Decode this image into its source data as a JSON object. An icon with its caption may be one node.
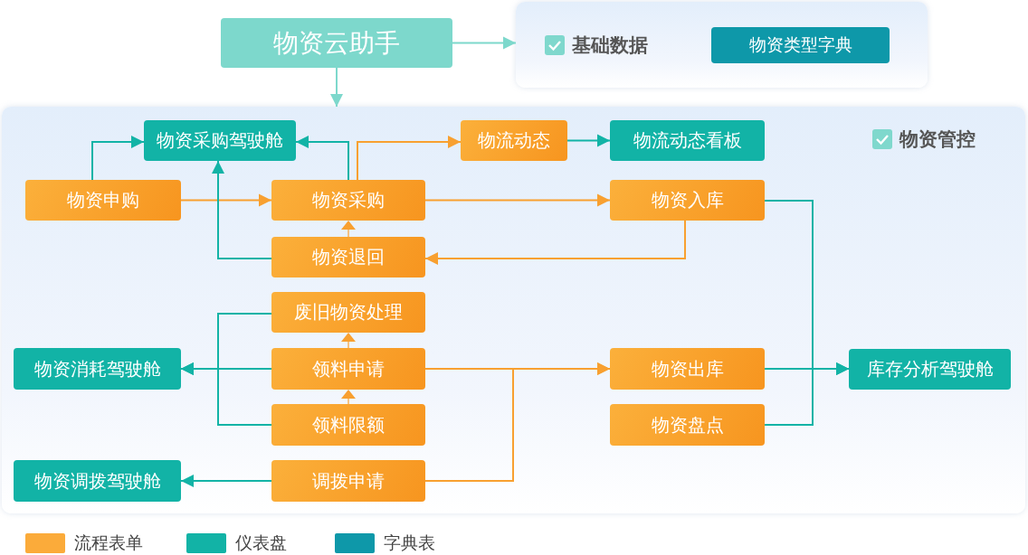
{
  "diagram": {
    "nodes": [
      {
        "text": [
          "物资云助手"
        ]
      },
      {
        "text": [
          "基础数据"
        ]
      },
      {
        "text": [
          "物资类型字典"
        ],
        "in": 1
      },
      {
        "text": [
          "物资管控"
        ]
      },
      {
        "text": [
          "物资采购驾驶舱"
        ],
        "in": 3
      },
      {
        "text": [
          "物流动态"
        ],
        "in": 3
      },
      {
        "text": [
          "物流动态看板"
        ],
        "in": 3
      },
      {
        "text": [
          "物资申购"
        ],
        "in": 3
      },
      {
        "text": [
          "物资采购"
        ],
        "in": 3
      },
      {
        "text": [
          "物资入库"
        ],
        "in": 3
      },
      {
        "text": [
          "物资退回"
        ],
        "in": 3
      },
      {
        "text": [
          "废旧物资处理"
        ],
        "in": 3
      },
      {
        "text": [
          "物资消耗驾驶舱"
        ],
        "in": 3
      },
      {
        "text": [
          "领料申请"
        ],
        "in": 3
      },
      {
        "text": [
          "物资出库"
        ],
        "in": 3
      },
      {
        "text": [
          "库存分析驾驶舱"
        ],
        "in": 3
      },
      {
        "text": [
          "领料限额"
        ],
        "in": 3
      },
      {
        "text": [
          "物资盘点"
        ],
        "in": 3
      },
      {
        "text": [
          "物资调拨驾驶舱"
        ],
        "in": 3
      },
      {
        "text": [
          "调拨申请"
        ],
        "in": 3
      }
    ],
    "edges": [
      {
        "from": 0,
        "to": 1,
        "arrow": "to",
        "color": "#7dd8cc"
      },
      {
        "from": 0,
        "to": 3,
        "arrow": "to",
        "color": "#7dd8cc"
      },
      {
        "from": 7,
        "to": 4,
        "arrow": "to"
      },
      {
        "from": 7,
        "to": 8,
        "arrow": "to",
        "color": "#f8a030"
      },
      {
        "from": 8,
        "to": 4,
        "arrow": "to"
      },
      {
        "from": 10,
        "to": 4,
        "arrow": "to"
      },
      {
        "from": 8,
        "to": 5,
        "arrow": "to",
        "color": "#f8a030"
      },
      {
        "from": 5,
        "to": 6,
        "arrow": "to"
      },
      {
        "from": 8,
        "to": 9,
        "arrow": "to",
        "color": "#f8a030"
      },
      {
        "from": 9,
        "to": 10,
        "arrow": "to",
        "color": "#f8a030"
      },
      {
        "from": 10,
        "to": 8,
        "arrow": "to",
        "color": "#f8a030"
      },
      {
        "from": 11,
        "to": 12,
        "arrow": "to"
      },
      {
        "from": 13,
        "to": 12,
        "arrow": "to"
      },
      {
        "from": 13,
        "to": 11,
        "arrow": "to",
        "color": "#f8a030"
      },
      {
        "from": 16,
        "to": 12,
        "arrow": "to"
      },
      {
        "from": 16,
        "to": 13,
        "arrow": "to",
        "color": "#f8a030"
      },
      {
        "from": 19,
        "to": 18,
        "arrow": "to"
      },
      {
        "from": 13,
        "to": 14,
        "arrow": "to",
        "color": "#f8a030"
      },
      {
        "from": 19,
        "to": 14,
        "arrow": "to",
        "color": "#f8a030"
      },
      {
        "from": 9,
        "to": 15,
        "arrow": "to"
      },
      {
        "from": 14,
        "to": 15,
        "arrow": "to"
      },
      {
        "from": 17,
        "to": 15,
        "arrow": "to"
      }
    ],
    "legend": [
      {
        "text": "流程表单",
        "color": "#fbab3a"
      },
      {
        "text": "仪表盘",
        "color": "#12b3a6"
      },
      {
        "text": "字典表",
        "color": "#0e98a9"
      }
    ]
  }
}
